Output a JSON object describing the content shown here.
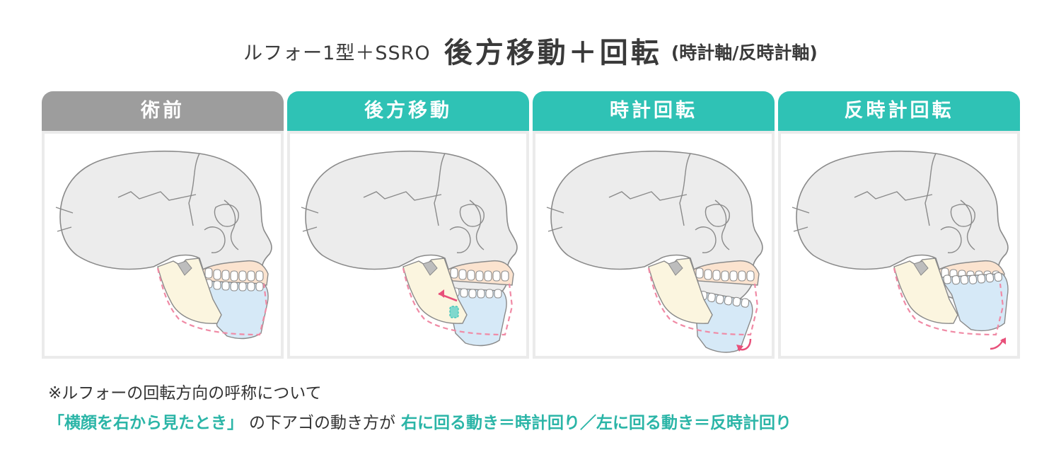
{
  "title": {
    "prefix": "ルフォー1型＋SSRO",
    "main": "後方移動＋回転",
    "suffix": "(時計軸/反時計軸)"
  },
  "colors": {
    "gray_header": "#9d9d9d",
    "teal_header": "#2fc2b5",
    "teal_text": "#2bb5a7",
    "pink_dash": "#f08aa5",
    "arrow": "#e8507a",
    "ramus": "#fbf5df",
    "jaw": "#d6e9f7",
    "maxilla": "#fbe3cf"
  },
  "panels": [
    {
      "label": "術前",
      "header_color": "gray",
      "movement": "none"
    },
    {
      "label": "後方移動",
      "header_color": "teal",
      "movement": "posterior"
    },
    {
      "label": "時計回転",
      "header_color": "teal",
      "movement": "clockwise"
    },
    {
      "label": "反時計回転",
      "header_color": "teal",
      "movement": "counterclockwise"
    }
  ],
  "note": {
    "line1": "※ルフォーの回転方向の呼称について",
    "quote": "「横顔を右から見たとき」",
    "middle": "の下アゴの動き方が",
    "definition": "右に回る動き＝時計回り／左に回る動き＝反時計回り"
  }
}
